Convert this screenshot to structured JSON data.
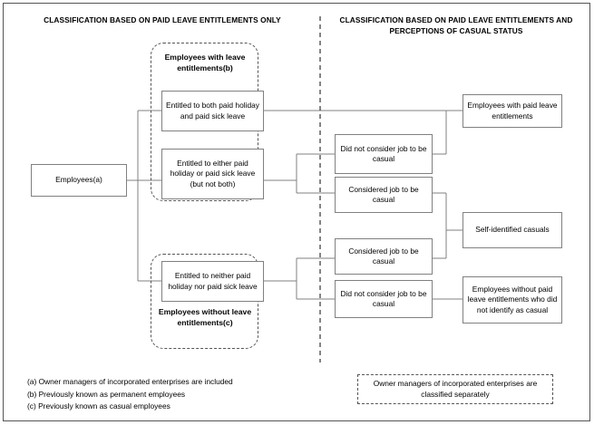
{
  "headers": {
    "left": "CLASSIFICATION BASED ON PAID LEAVE ENTITLEMENTS ONLY",
    "right": "CLASSIFICATION BASED ON PAID LEAVE ENTITLEMENTS AND PERCEPTIONS OF CASUAL STATUS"
  },
  "groups": {
    "with_entitlements_label": "Employees with leave entitlements(b)",
    "without_entitlements_label": "Employees without leave entitlements(c)"
  },
  "nodes": {
    "root": "Employees(a)",
    "both": "Entitled to both paid holiday and paid sick leave",
    "either": "Entitled to either paid holiday or paid sick leave (but not both)",
    "neither": "Entitled to neither paid holiday nor paid sick leave",
    "did_not_consider_upper": "Did not consider job to be casual",
    "considered_upper": "Considered job to be casual",
    "considered_lower": "Considered job to be casual",
    "did_not_consider_lower": "Did not consider job to be casual",
    "out_with_paid_leave": "Employees with paid leave entitlements",
    "out_self_identified": "Self-identified casuals",
    "out_without_paid_leave": "Employees without paid leave entitlements who did not identify as casual"
  },
  "footnotes": [
    "(a) Owner managers of incorporated enterprises are included",
    "(b) Previously known as permanent employees",
    "(c) Previously known as casual employees"
  ],
  "note_box": "Owner managers of incorporated enterprises are classified separately",
  "colors": {
    "frame": "#555555",
    "box_border": "#808080",
    "wire": "#808080",
    "divider": "#333333",
    "text": "#000000",
    "background": "#ffffff"
  }
}
